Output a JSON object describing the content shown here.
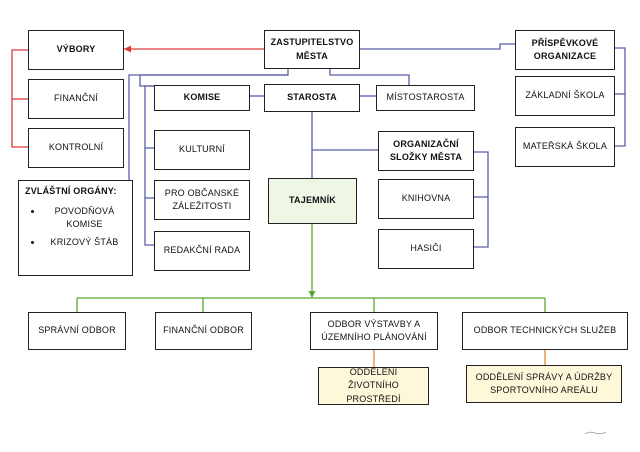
{
  "nodes": {
    "zastupitelstvo": "ZASTUPITELSTVO MĚSTA",
    "vybory": "VÝBORY",
    "financni_vybor": "FINANČNÍ",
    "kontrolni_vybor": "KONTROLNÍ",
    "prispevkove": "PŘÍSPĚVKOVÉ ORGANIZACE",
    "zakladni_skola": "ZÁKLADNÍ ŠKOLA",
    "materska_skola": "MATEŘSKÁ ŠKOLA",
    "komise": "KOMISE",
    "starosta": "STAROSTA",
    "mistostarosta": "MÍSTOSTAROSTA",
    "kulturni": "KULTURNÍ",
    "pro_obcanske": "PRO OBČANSKÉ ZÁLEŽITOSTI",
    "redakcni_rada": "REDAKČNÍ RADA",
    "organizacni_slozky": "ORGANIZAČNÍ SLOŽKY MĚSTA",
    "knihovna": "KNIHOVNA",
    "hasici": "HASIČI",
    "tajemnik": "TAJEMNÍK",
    "spravni_odbor": "SPRÁVNÍ ODBOR",
    "financni_odbor": "FINANČNÍ ODBOR",
    "odbor_vystavby": "ODBOR VÝSTAVBY A ÚZEMNÍHO PLÁNOVÁNÍ",
    "odbor_technickych": "ODBOR TECHNICKÝCH SLUŽEB",
    "oddeleni_zivotniho": "ODDĚLENÍ ŽIVOTNÍHO PROSTŘEDÍ",
    "oddeleni_spravy": "ODDĚLENÍ SPRÁVY A ÚDRŽBY SPORTOVNÍHO AREÁLU"
  },
  "special_organs": {
    "title": "ZVLÁŠTNÍ ORGÁNY:",
    "items": [
      "POVODŇOVÁ KOMISE",
      "KRIZOVÝ ŠTÁB"
    ]
  },
  "colors": {
    "red": "#d93a3a",
    "blue": "#5a5fa8",
    "green": "#5aa832",
    "orange": "#e08a3c",
    "green_fill": "#eef7e6",
    "yellow_fill": "#fdf8d9"
  }
}
